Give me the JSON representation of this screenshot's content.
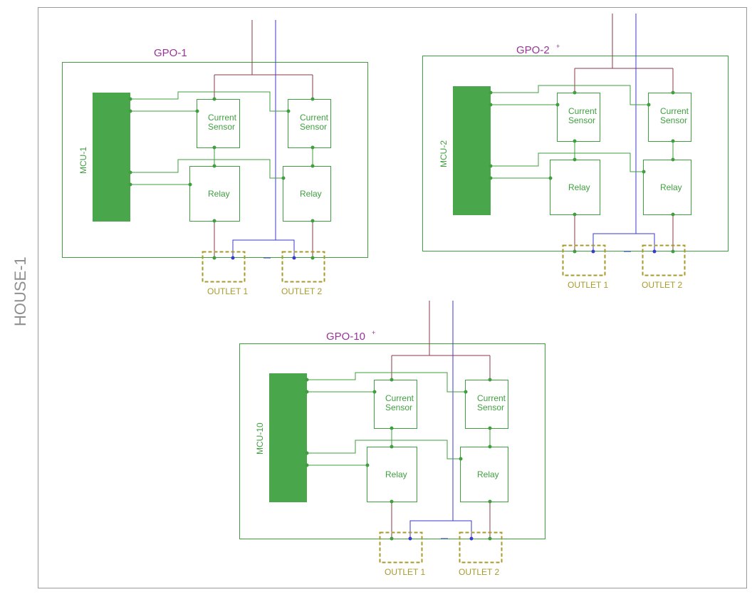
{
  "house": {
    "label": "HOUSE-1"
  },
  "gpo1": {
    "title": "GPO-1",
    "mcu": "MCU-1",
    "cs_top": "Current",
    "cs_bot": "Sensor",
    "relay": "Relay",
    "outlet1": "OUTLET 1",
    "outlet2": "OUTLET 2"
  },
  "gpo2": {
    "title": "GPO-2",
    "mcu": "MCU-2",
    "cs_top": "Current",
    "cs_bot": "Sensor",
    "relay": "Relay",
    "outlet1": "OUTLET 1",
    "outlet2": "OUTLET 2"
  },
  "gpo10": {
    "title": "GPO-10",
    "mcu": "MCU-10",
    "cs_top": "Current",
    "cs_bot": "Sensor",
    "relay": "Relay",
    "outlet1": "OUTLET 1",
    "outlet2": "OUTLET 2"
  },
  "colors": {
    "green": "#3f9f3f",
    "mcu": "#4aa64a",
    "live": "#8b3a4a",
    "neutral": "#3a3acc",
    "outlet": "#a89a2a",
    "title": "#993399",
    "frame": "#888888"
  }
}
